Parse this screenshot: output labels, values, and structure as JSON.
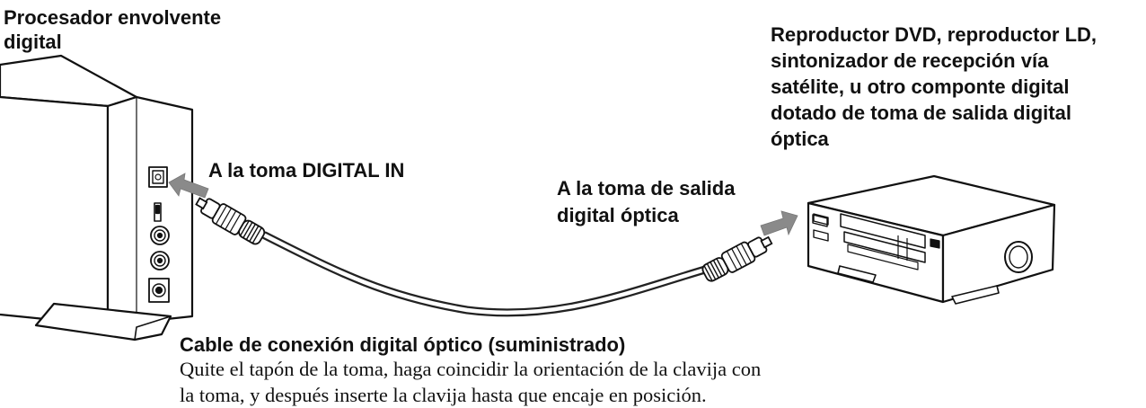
{
  "labels": {
    "processor": [
      "Procesador envolvente",
      "digital"
    ],
    "source": [
      "Reproductor DVD, reproductor LD,",
      "sintonizador de recepción vía",
      "satélite, u otro componte digital",
      "dotado de toma de salida digital",
      "óptica"
    ],
    "digital_in": "A la toma DIGITAL IN",
    "digital_out": [
      "A la toma de salida",
      "digital óptica"
    ],
    "cable_title": "Cable de conexión digital óptico (suministrado)",
    "cable_note": [
      "Quite el tapón de la toma, haga coincidir la orientación de la clavija con",
      "la toma, y después inserte la clavija hasta que encaje en posición."
    ]
  },
  "colors": {
    "ink": "#111111",
    "arrow": "#8a8a8a",
    "cable": "#222222",
    "background": "#ffffff"
  },
  "icons": {
    "processor": "surround-processor-unit-icon",
    "source": "dvd-player-unit-icon",
    "cable": "optical-cable-icon"
  }
}
